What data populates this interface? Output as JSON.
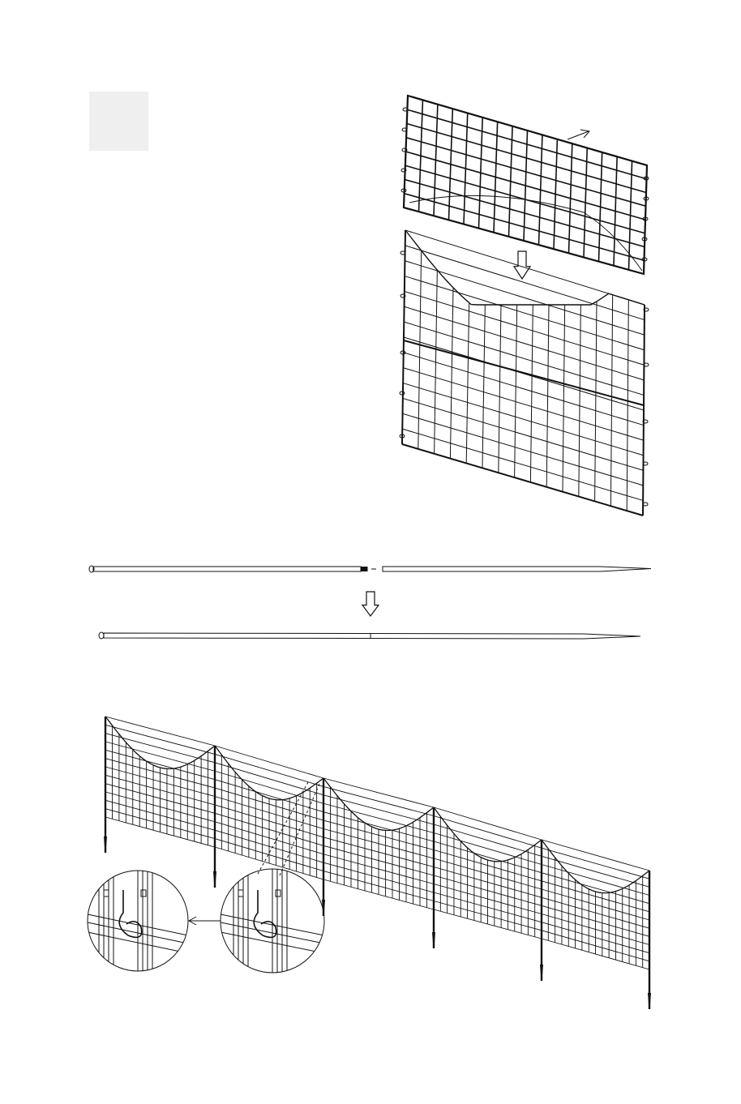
{
  "document": {
    "type": "assembly-instructions",
    "step_badge": "",
    "sections": [
      {
        "name": "panel-unfold",
        "description_visible": false
      },
      {
        "name": "post-join",
        "description_visible": false
      },
      {
        "name": "fence-assembly",
        "description_visible": false
      }
    ]
  },
  "illustration": {
    "fence_panel_count": 5,
    "detail_circle_count": 2,
    "arrow_icons": [
      "arrow-right-icon",
      "arrow-down-icon",
      "arrow-down-icon",
      "arrow-left-icon"
    ]
  },
  "colors": {
    "line": "#111111",
    "badge": "#efefef",
    "background": "#ffffff"
  }
}
